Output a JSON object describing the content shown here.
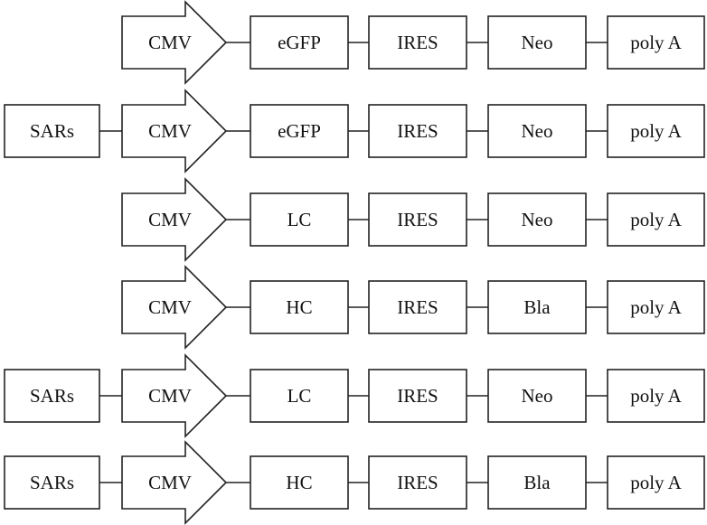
{
  "rows": [
    {
      "sars": "",
      "promoter": "CMV",
      "gene": "eGFP",
      "ires": "IRES",
      "marker": "Neo",
      "polya": "poly A"
    },
    {
      "sars": "SARs",
      "promoter": "CMV",
      "gene": "eGFP",
      "ires": "IRES",
      "marker": "Neo",
      "polya": "poly A"
    },
    {
      "sars": "",
      "promoter": "CMV",
      "gene": "LC",
      "ires": "IRES",
      "marker": "Neo",
      "polya": "poly A"
    },
    {
      "sars": "",
      "promoter": "CMV",
      "gene": "HC",
      "ires": "IRES",
      "marker": "Bla",
      "polya": "poly A"
    },
    {
      "sars": "SARs",
      "promoter": "CMV",
      "gene": "LC",
      "ires": "IRES",
      "marker": "Neo",
      "polya": "poly A"
    },
    {
      "sars": "SARs",
      "promoter": "CMV",
      "gene": "HC",
      "ires": "IRES",
      "marker": "Bla",
      "polya": "poly A"
    }
  ]
}
